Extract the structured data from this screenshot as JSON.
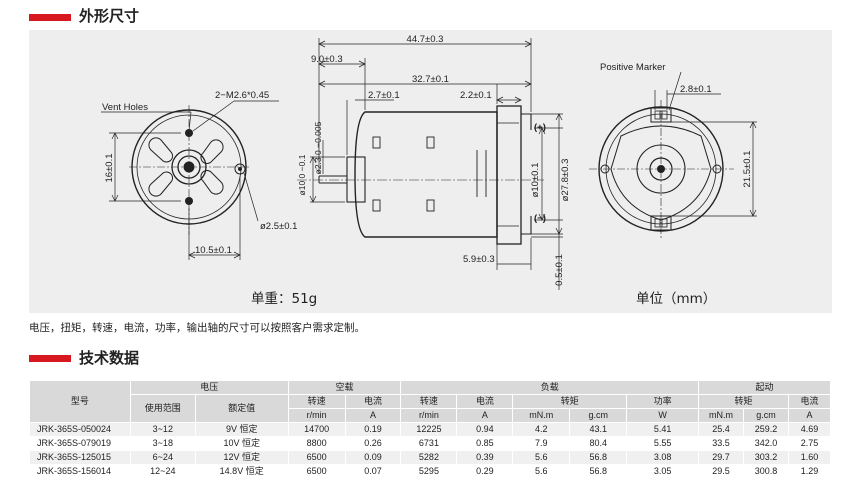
{
  "section1": {
    "title": "外形尺寸"
  },
  "section2": {
    "title": "技术数据"
  },
  "drawing": {
    "vent_holes": "Vent Holes",
    "screw": "2−M2.6*0.45",
    "dim_16": "16±0.1",
    "dim_hole": "ø2.5±0.1",
    "dim_10_5": "10.5±0.1",
    "dim_overall": "44.7±0.3",
    "dim_9": "9.0±0.3",
    "dim_32_7": "32.7±0.1",
    "dim_2_7": "2.7±0.1",
    "dim_2_2": "2.2±0.1",
    "dim_shaft": "ø2.3 0 −0.005",
    "dim_boss": "ø10 0 −0.1",
    "dim_boss2": "ø10±0.1",
    "dim_body": "ø27.8±0.3",
    "dim_5_9": "5.9±0.3",
    "dim_0_5": "0.5±0.1",
    "plus": "(+)",
    "minus": "(−)",
    "positive_marker": "Positive Marker",
    "dim_2_8": "2.8±0.1",
    "dim_21_5": "21.5±0.1",
    "weight": "单重：51g",
    "unit": "单位（mm）"
  },
  "note": "电压，扭矩，转速，电流，功率，输出轴的尺寸可以按照客户需求定制。",
  "table": {
    "h_model": "型号",
    "h_voltage": "电压",
    "h_noload": "空载",
    "h_load": "负载",
    "h_stall": "起动",
    "h_range": "使用范围",
    "h_rated": "额定值",
    "h_speed": "转速",
    "h_current": "电流",
    "h_torque": "转矩",
    "h_power": "功率",
    "u_rpm": "r/min",
    "u_a": "A",
    "u_mnm": "mN.m",
    "u_gcm": "g.cm",
    "u_w": "W",
    "rows": [
      [
        "JRK-365S-050024",
        "3~12",
        "9V 恒定",
        "14700",
        "0.19",
        "12225",
        "0.94",
        "4.2",
        "43.1",
        "5.41",
        "25.4",
        "259.2",
        "4.69"
      ],
      [
        "JRK-365S-079019",
        "3~18",
        "10V 恒定",
        "8800",
        "0.26",
        "6731",
        "0.85",
        "7.9",
        "80.4",
        "5.55",
        "33.5",
        "342.0",
        "2.75"
      ],
      [
        "JRK-365S-125015",
        "6~24",
        "12V 恒定",
        "6500",
        "0.09",
        "5282",
        "0.39",
        "5.6",
        "56.8",
        "3.08",
        "29.7",
        "303.2",
        "1.60"
      ],
      [
        "JRK-365S-156014",
        "12~24",
        "14.8V 恒定",
        "6500",
        "0.07",
        "5295",
        "0.29",
        "5.6",
        "56.8",
        "3.05",
        "29.5",
        "300.8",
        "1.29"
      ]
    ]
  }
}
